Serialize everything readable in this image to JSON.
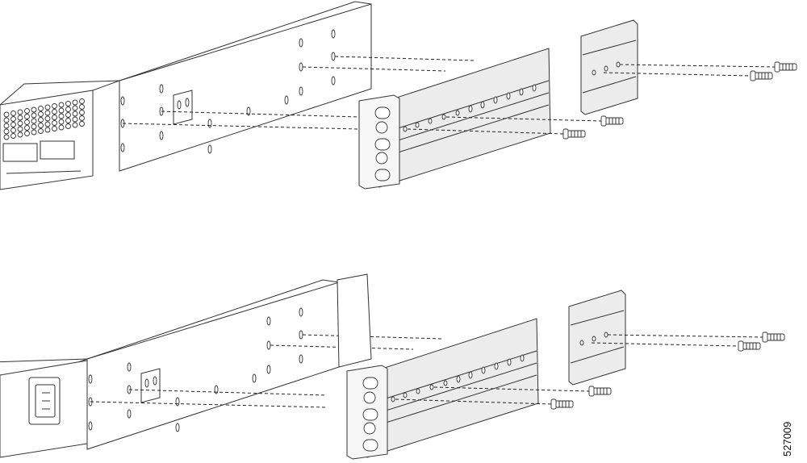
{
  "figure": {
    "figure_number": "527009",
    "line_color": "#333333",
    "rail_fill": "#ececec",
    "assemblies": [
      {
        "chassis_front": "fan-grille",
        "parts": [
          "chassis",
          "rack-rail",
          "rear-bracket",
          "screws"
        ]
      },
      {
        "chassis_front": "power-inlet",
        "parts": [
          "chassis",
          "rack-rail",
          "rear-bracket",
          "screws"
        ]
      }
    ]
  }
}
